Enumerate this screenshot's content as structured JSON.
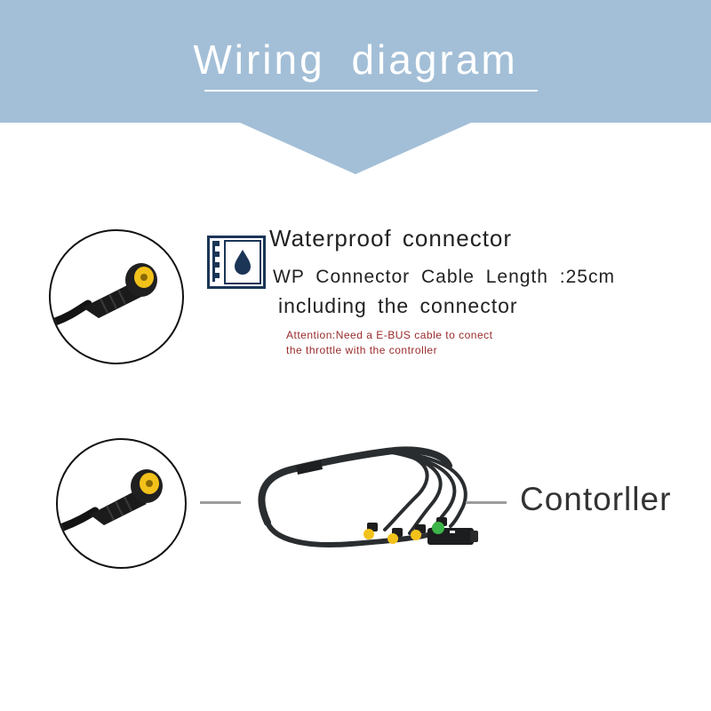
{
  "header": {
    "title": "Wiring  diagram",
    "band_color": "#a3bfd7"
  },
  "waterproof": {
    "icon": "waterproof-icon",
    "title": "Waterproof connector",
    "line1": "WP Connector Cable Length :25cm",
    "line2": "including the connector",
    "attention_line1": "Attention:Need a E-BUS cable to conect",
    "attention_line2": "the throttle with the controller",
    "attention_color": "#9a2a2a"
  },
  "harness": {
    "label": "Contorller",
    "connector_color": "#f2c21b",
    "green_connector_color": "#3cb449"
  }
}
